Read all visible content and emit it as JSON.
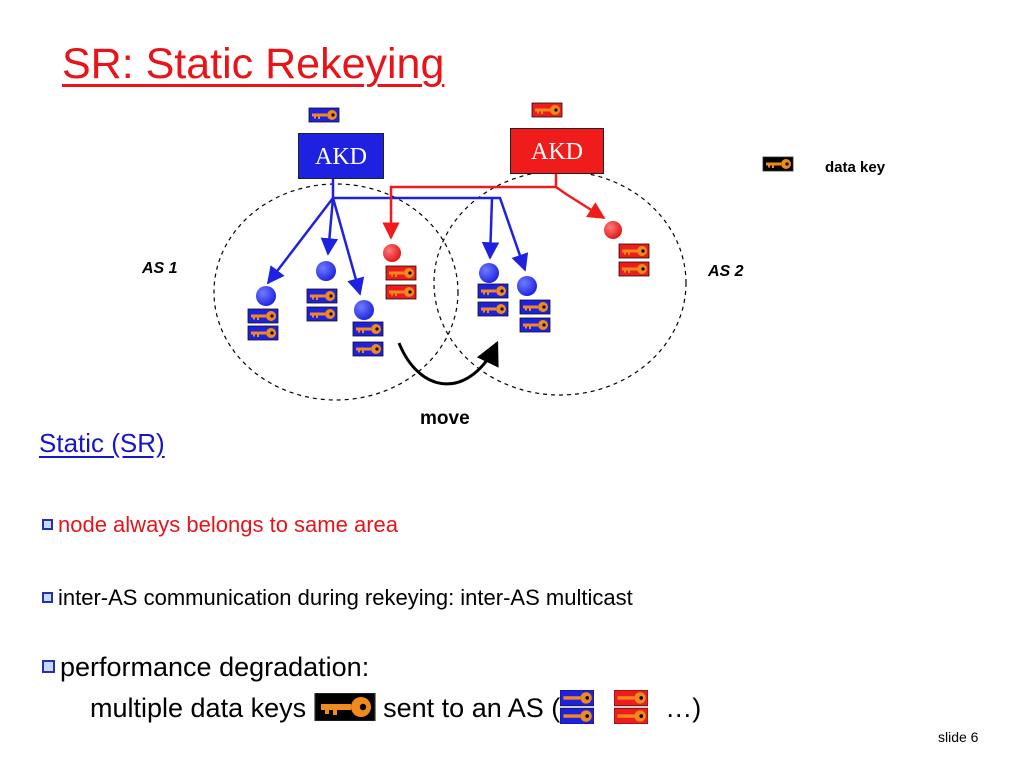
{
  "title": "SR: Static Rekeying",
  "diagram": {
    "akd_left": "AKD",
    "akd_right": "AKD",
    "as_left": "AS 1",
    "as_right": "AS 2",
    "move_label": "move",
    "legend_label": "data key"
  },
  "section_title": "Static (SR)",
  "bullets": {
    "b1": "node always belongs to same area",
    "b2": "inter-AS communication during rekeying: inter-AS multicast",
    "b3_line1": "performance degradation:",
    "b3_line2_part1": "multiple data keys",
    "b3_line2_part2": "sent to an AS (",
    "b3_line2_part3": "…)"
  },
  "slide_number": "slide 6",
  "colors": {
    "title": "#e8141a",
    "as1_blue": "#1e22e0",
    "as2_red": "#f01c1c",
    "key_orange": "#f08a1c",
    "link": "#1515cc"
  },
  "icons": [
    "key-icon",
    "bullet-box-icon",
    "node-icon"
  ]
}
